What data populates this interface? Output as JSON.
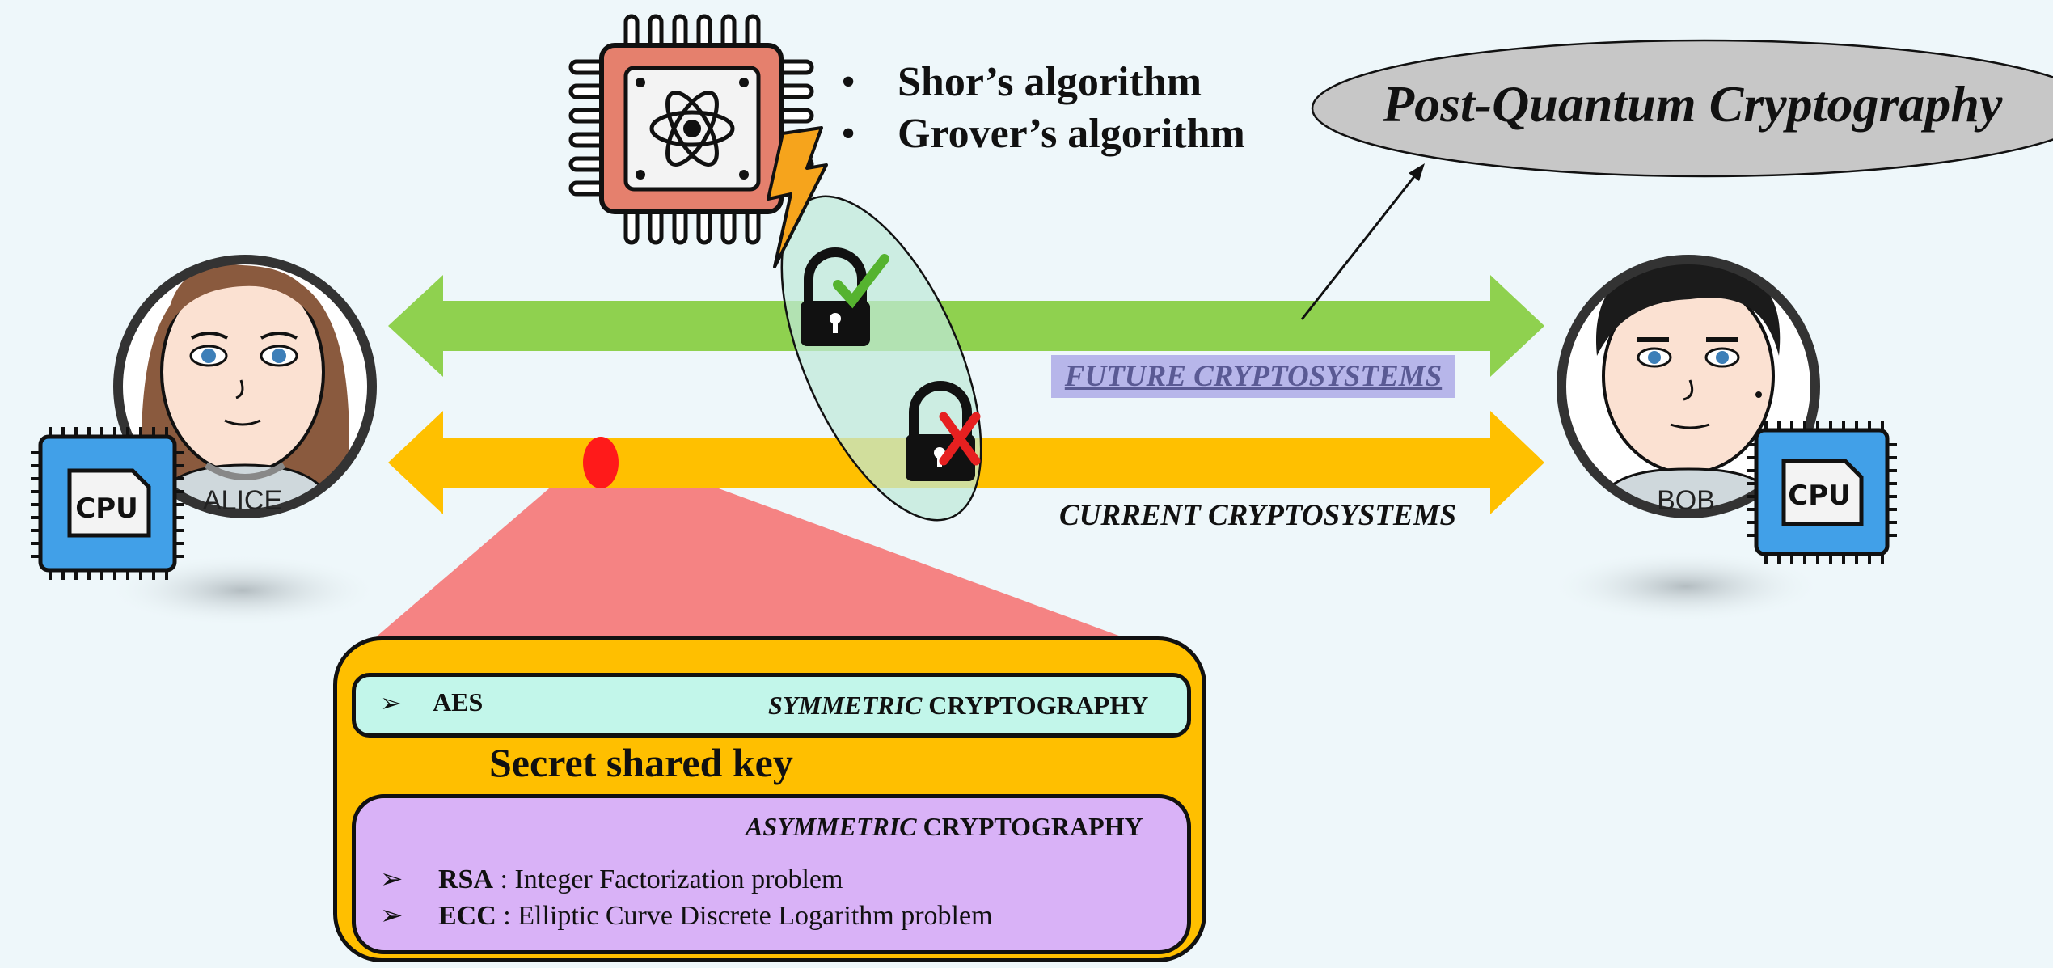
{
  "quantum": {
    "algorithms": [
      "Shor’s algorithm",
      "Grover’s algorithm"
    ]
  },
  "pqc_label": "Post-Quantum Cryptography",
  "channels": {
    "future_label": "FUTURE CRYPTOSYSTEMS",
    "current_label": "CURRENT CRYPTOSYSTEMS"
  },
  "parties": {
    "alice_badge": "ALICE",
    "bob_badge": "BOB",
    "cpu_label": "CPU"
  },
  "symmetric": {
    "bullet": "➢",
    "algorithm": "AES",
    "title_italic": "SYMMETRIC",
    "title_rest": " CRYPTOGRAPHY"
  },
  "key_label": "Secret shared key",
  "asymmetric": {
    "title_italic": "ASYMMETRIC",
    "title_rest": " CRYPTOGRAPHY",
    "items": [
      {
        "bullet": "➢",
        "name": "RSA",
        "desc": " : Integer Factorization problem"
      },
      {
        "bullet": "➢",
        "name": "ECC",
        "desc": " : Elliptic Curve Discrete Logarithm problem"
      }
    ]
  },
  "colors": {
    "future_arrow": "#8fd14f",
    "current_arrow": "#ffc000",
    "focus_red": "#f47c7c",
    "chip": "#e5806d",
    "cpu_blue": "#41a0e8"
  }
}
